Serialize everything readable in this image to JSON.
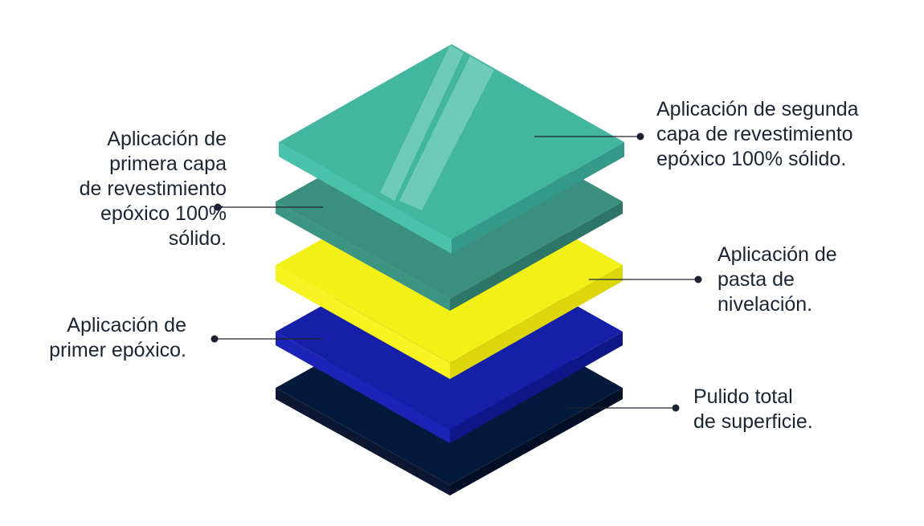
{
  "diagram": {
    "layers": [
      {
        "id": "pulido",
        "color_top": "#041a3d",
        "color_left": "#0b1733",
        "color_right": "#020f26"
      },
      {
        "id": "primer",
        "color_top": "#151fa8",
        "color_left": "#1b24b6",
        "color_right": "#0d1787"
      },
      {
        "id": "pasta",
        "color_top": "#f3f018",
        "color_left": "#f6f320",
        "color_right": "#dcd60a"
      },
      {
        "id": "primera-capa",
        "color_top": "#3a8f7e",
        "color_left": "#3c9483",
        "color_right": "#2c7567"
      },
      {
        "id": "segunda-capa",
        "color_top": "#43b6a0",
        "color_left": "#48c2aa",
        "color_right": "#35998a",
        "highlight": "#7ed2c2"
      }
    ],
    "labels": {
      "segunda_capa": "Aplicación de segunda\ncapa de revestimiento\nepóxico 100% sólido.",
      "primera_capa": "Aplicación de\nprimera capa\nde revestimiento\nepóxico 100%\nsólido.",
      "pasta": "Aplicación de\npasta de\nnivelación.",
      "primer": "Aplicación de\nprimer epóxico.",
      "pulido": "Pulido total\nde superficie."
    },
    "connector_color": "#1c2433"
  }
}
